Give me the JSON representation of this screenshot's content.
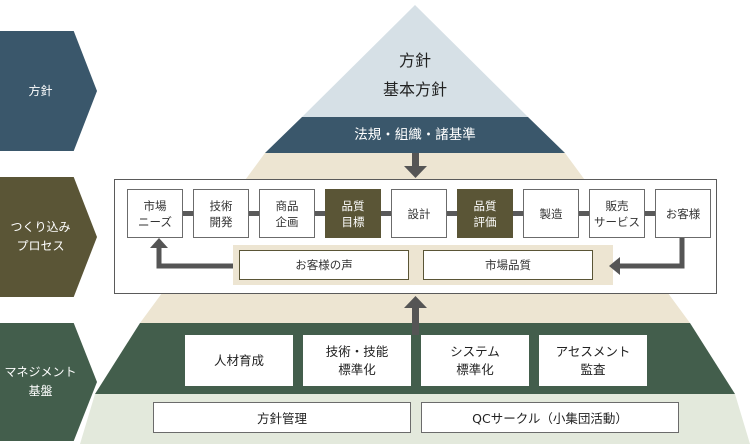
{
  "colors": {
    "policy": "#3a576b",
    "policy_light": "#d6e0e6",
    "process": "#5a5536",
    "process_band": "#ede5d2",
    "management": "#435e4c",
    "management_light": "#e3e9dc",
    "arrow": "#555555"
  },
  "side_labels": [
    {
      "label": "方針"
    },
    {
      "label": "つくり込み\nプロセス"
    },
    {
      "label": "マネジメント\n基盤"
    }
  ],
  "policy": {
    "line1": "方針",
    "line2": "基本方針",
    "band": "法規・組織・諸基準"
  },
  "process": {
    "steps": [
      {
        "label": "市場\nニーズ",
        "highlight": false
      },
      {
        "label": "技術\n開発",
        "highlight": false
      },
      {
        "label": "商品\n企画",
        "highlight": false
      },
      {
        "label": "品質\n目標",
        "highlight": true
      },
      {
        "label": "設計",
        "highlight": false
      },
      {
        "label": "品質\n評価",
        "highlight": true
      },
      {
        "label": "製造",
        "highlight": false
      },
      {
        "label": "販売\nサービス",
        "highlight": false
      },
      {
        "label": "お客様",
        "highlight": false
      }
    ],
    "feedback": [
      "お客様の声",
      "市場品質"
    ]
  },
  "management": {
    "items": [
      "人材育成",
      "技術・技能\n標準化",
      "システム\n標準化",
      "アセスメント\n監査"
    ],
    "base": [
      "方針管理",
      "QCサークル（小集団活動）"
    ]
  }
}
